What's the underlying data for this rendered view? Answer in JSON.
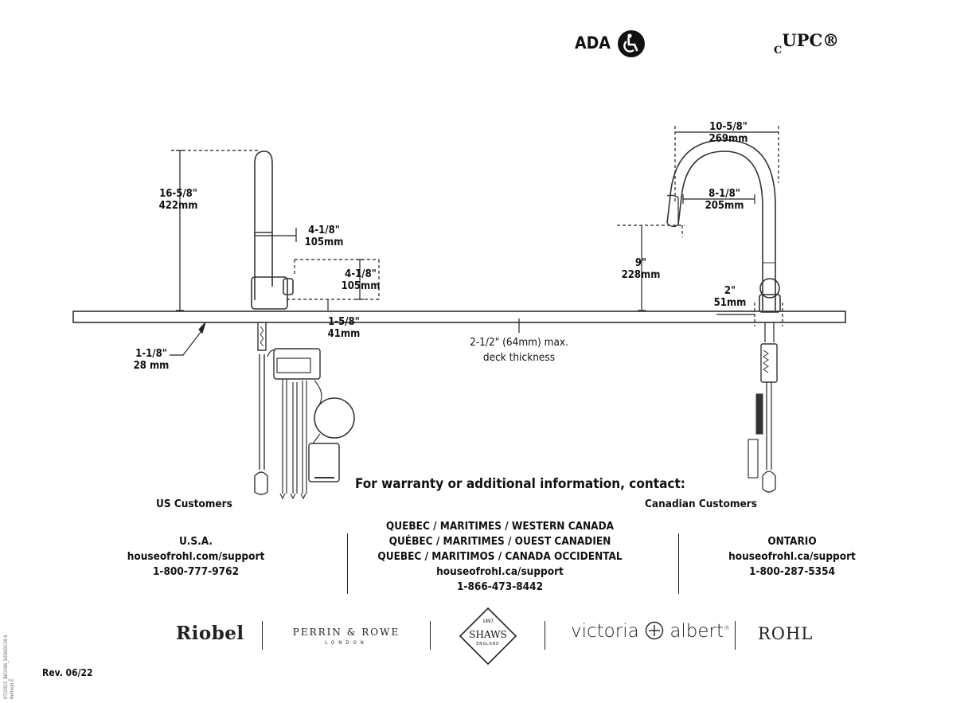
{
  "header": {
    "ada_label": "ADA",
    "upc_prefix": "C",
    "upc_label": "UPC®"
  },
  "dimensions": {
    "left_height_in": "16-5/8\"",
    "left_height_mm": "422mm",
    "left_spout_reach_in": "4-1/8\"",
    "left_spout_reach_mm": "105mm",
    "left_handle_height_in": "4-1/8\"",
    "left_handle_height_mm": "105mm",
    "left_base_in": "1-5/8\"",
    "left_base_mm": "41mm",
    "left_hole_in": "1-1/8\"",
    "left_hole_mm": "28 mm",
    "deck_note_line1": "2-1/2\" (64mm) max.",
    "deck_note_line2": "deck thickness",
    "right_width_in": "10-5/8\"",
    "right_width_mm": "269mm",
    "right_reach_in": "8-1/8\"",
    "right_reach_mm": "205mm",
    "right_clearance_in": "9\"",
    "right_clearance_mm": "228mm",
    "right_base_in": "2\"",
    "right_base_mm": "51mm"
  },
  "contact": {
    "heading": "For warranty or additional information, contact:",
    "us_customers": "US Customers",
    "canadian_customers": "Canadian Customers",
    "usa": {
      "region": "U.S.A.",
      "site": "houseofrohl.com/support",
      "phone": "1-800-777-9762"
    },
    "quebec": {
      "line1": "QUEBEC / MARITIMES / WESTERN CANADA",
      "line2": "QUÉBEC / MARITIMES / OUEST CANADIEN",
      "line3": "QUEBEC / MARITIMOS / CANADA OCCIDENTAL",
      "site": "houseofrohl.ca/support",
      "phone": "1-866-473-8442"
    },
    "ontario": {
      "region": "ONTARIO",
      "site": "houseofrohl.ca/support",
      "phone": "1-800-287-5354"
    }
  },
  "brands": {
    "riobel": "Riobel",
    "perrin_rowe": "PERRIN & ROWE",
    "perrin_rowe_sub": "LONDON",
    "shaws_year": "1897",
    "shaws": "SHAWS",
    "shaws_sub": "ENGLAND",
    "victoria": "victoria",
    "albert": "albert",
    "albert_mark": "®",
    "rohl": "ROHL"
  },
  "footer": {
    "revision": "Rev. 06/22",
    "side_code": "07/2022_BICH06_50000234.9",
    "side_code2": "Refresh E"
  }
}
